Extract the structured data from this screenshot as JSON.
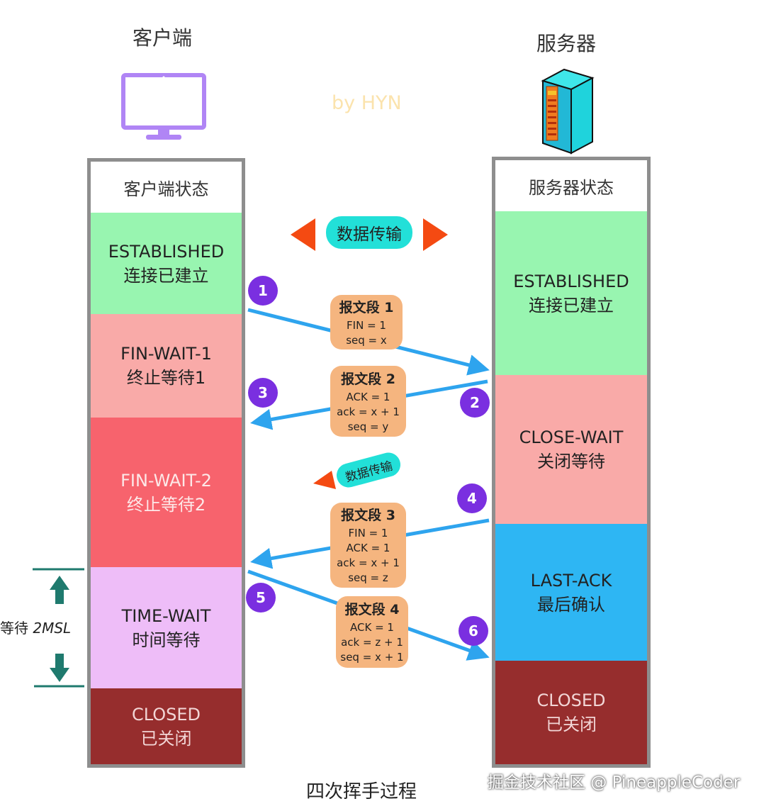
{
  "client": {
    "title": "客户端",
    "column_header": "客户端状态"
  },
  "server": {
    "title": "服务器",
    "column_header": "服务器状态"
  },
  "watermark": "by HYN",
  "client_states": [
    {
      "line1": "ESTABLISHED",
      "line2": "连接已建立"
    },
    {
      "line1": "FIN-WAIT-1",
      "line2": "终止等待1"
    },
    {
      "line1": "FIN-WAIT-2",
      "line2": "终止等待2"
    },
    {
      "line1": "TIME-WAIT",
      "line2": "时间等待"
    },
    {
      "line1": "CLOSED",
      "line2": "已关闭"
    }
  ],
  "server_states": [
    {
      "line1": "ESTABLISHED",
      "line2": "连接已建立"
    },
    {
      "line1": "CLOSE-WAIT",
      "line2": "关闭等待"
    },
    {
      "line1": "LAST-ACK",
      "line2": "最后确认"
    },
    {
      "line1": "CLOSED",
      "line2": "已关闭"
    }
  ],
  "data_transfer_label": "数据传输",
  "data_transfer_label_small": "数据传输",
  "segments": [
    {
      "title": "报文段 1",
      "lines": [
        "FIN = 1",
        "seq = x"
      ]
    },
    {
      "title": "报文段 2",
      "lines": [
        "ACK = 1",
        "ack = x + 1",
        "seq = y"
      ]
    },
    {
      "title": "报文段 3",
      "lines": [
        "FIN = 1",
        "ACK = 1",
        "ack = x + 1",
        "seq = z"
      ]
    },
    {
      "title": "报文段 4",
      "lines": [
        "ACK = 1",
        "ack = z + 1",
        "seq = x + 1"
      ]
    }
  ],
  "steps": [
    "1",
    "2",
    "3",
    "4",
    "5",
    "6"
  ],
  "wait_label": {
    "prefix": "等待 ",
    "value": "2MSL"
  },
  "caption": "四次挥手过程",
  "credit": "掘金技术社区 @ PineappleCoder",
  "colors": {
    "established": "#98f5b0",
    "fin_wait_1": "#f9aaa8",
    "fin_wait_2": "#f7636d",
    "time_wait": "#eebdf8",
    "closed": "#962d2d",
    "close_wait": "#f9aaa8",
    "last_ack": "#2eb6f3",
    "arrow_blue": "#2ea4ee",
    "arrow_red": "#f44a12",
    "badge": "#7a2fe0",
    "segment_box": "#f5b57f",
    "bubble": "#22e0d8",
    "wait_marker": "#1f7a6e"
  },
  "icons": {
    "client": "monitor-icon",
    "server": "server-tower-icon"
  }
}
